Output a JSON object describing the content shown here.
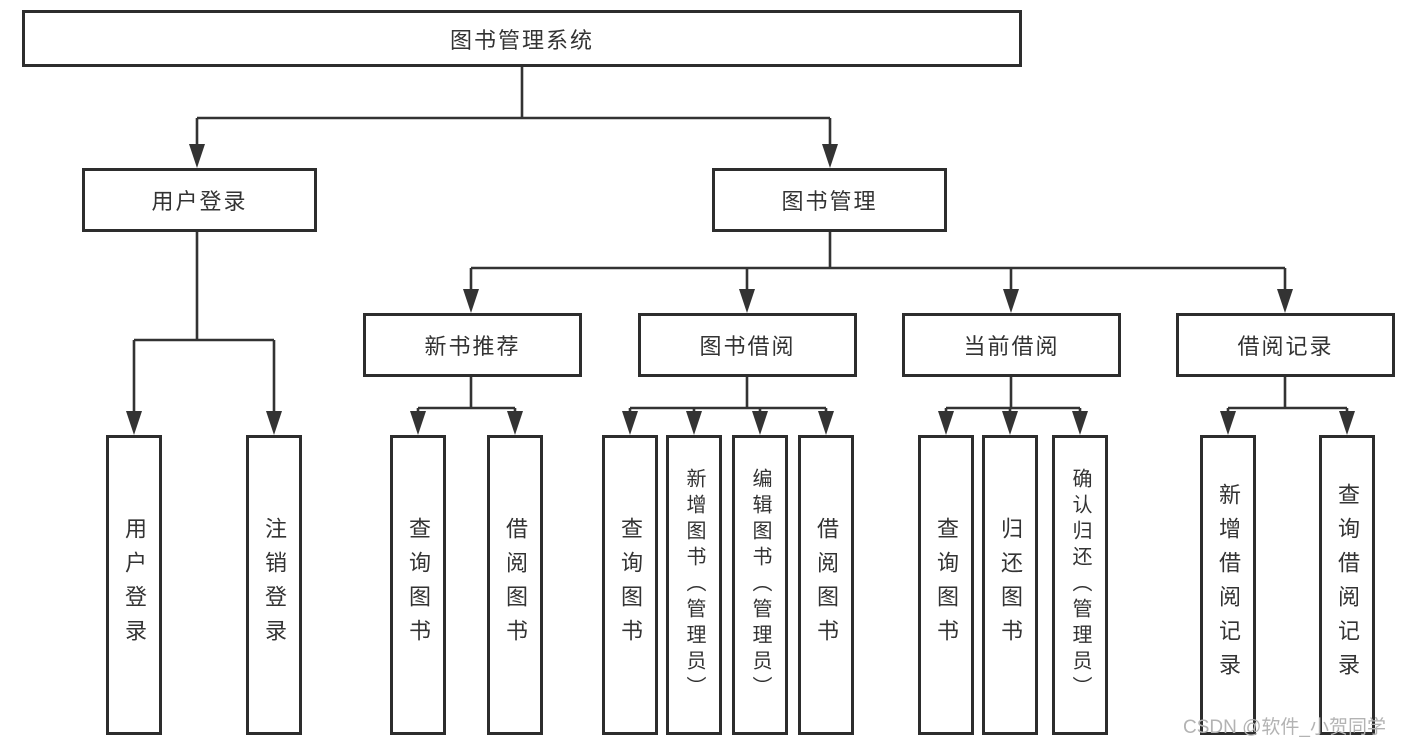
{
  "diagram_type": "hierarchy-tree",
  "tree": {
    "label": "图书管理系统",
    "children": [
      {
        "label": "用户登录",
        "children": [
          {
            "label": "用户登录"
          },
          {
            "label": "注销登录"
          }
        ]
      },
      {
        "label": "图书管理",
        "children": [
          {
            "label": "新书推荐",
            "children": [
              {
                "label": "查询图书"
              },
              {
                "label": "借阅图书"
              }
            ]
          },
          {
            "label": "图书借阅",
            "children": [
              {
                "label": "查询图书"
              },
              {
                "label": "新增图书（管理员）"
              },
              {
                "label": "编辑图书（管理员）"
              },
              {
                "label": "借阅图书"
              }
            ]
          },
          {
            "label": "当前借阅",
            "children": [
              {
                "label": "查询图书"
              },
              {
                "label": "归还图书"
              },
              {
                "label": "确认归还（管理员）"
              }
            ]
          },
          {
            "label": "借阅记录",
            "children": [
              {
                "label": "新增借阅记录"
              },
              {
                "label": "查询借阅记录"
              }
            ]
          }
        ]
      }
    ]
  },
  "watermark": {
    "text": "CSDN @软件_小贺同学"
  },
  "colors": {
    "line": "#333333",
    "box_border": "#2d2d2d",
    "text": "#333333",
    "watermark": "#b3b3b3",
    "background": "#ffffff"
  }
}
